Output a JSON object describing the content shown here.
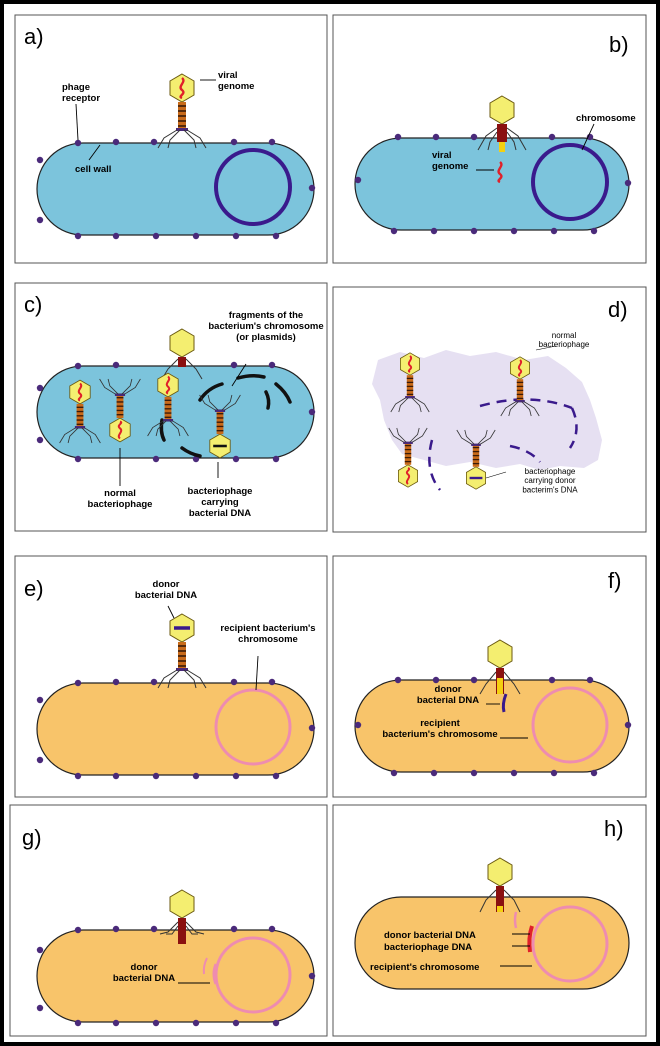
{
  "colors": {
    "cell_blue": "#7cc4dc",
    "cell_orange": "#f8c46a",
    "chromosome_purple": "#3a1a8c",
    "chromosome_pink": "#ee8cb0",
    "receptor": "#4a2a7a",
    "phage_head": "#f4ee70",
    "viral_dna": "#e0202a",
    "phage_tail": "#8a3a10",
    "lysate": "#e6e0f2"
  },
  "panels": {
    "a": {
      "label": "a)",
      "phage_receptor": "phage\nreceptor",
      "viral_genome": "viral\ngenome",
      "cell_wall": "cell wall"
    },
    "b": {
      "label": "b)",
      "chromosome": "chromosome",
      "viral_genome": "viral\ngenome"
    },
    "c": {
      "label": "c)",
      "fragments": "fragments of the\nbacterium's chromosome\n(or plasmids)",
      "normal_phage": "normal\nbacteriophage",
      "carrying_phage": "bacteriophage\ncarrying\nbacterial DNA"
    },
    "d": {
      "label": "d)",
      "normal_phage": "normal\nbacteriophage",
      "carrying_donor": "bacteriophage\ncarrying donor\nbacterim's DNA"
    },
    "e": {
      "label": "e)",
      "donor_dna": "donor\nbacterial DNA",
      "recipient_chromosome": "recipient bacterium's\nchromosome"
    },
    "f": {
      "label": "f)",
      "donor_dna": "donor\nbacterial DNA",
      "recipient_chromosome": "recipient\nbacterium's chromosome"
    },
    "g": {
      "label": "g)",
      "donor_dna": "donor\nbacterial DNA"
    },
    "h": {
      "label": "h)",
      "donor_dna": "donor bacterial DNA",
      "phage_dna": "bacteriophage DNA",
      "recipient_chromosome": "recipient's chromosome"
    }
  }
}
